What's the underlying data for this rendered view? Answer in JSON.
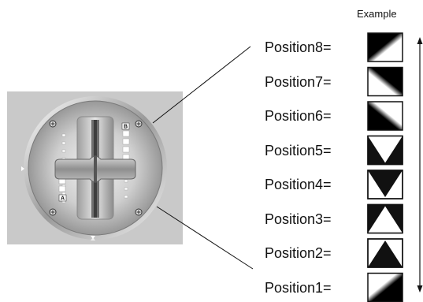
{
  "header": {
    "example_label": "Example"
  },
  "positions": [
    {
      "label": "Position8=",
      "pattern": "diag-tl-black"
    },
    {
      "label": "Position7=",
      "pattern": "diag-tr-black"
    },
    {
      "label": "Position6=",
      "pattern": "diag-bl-black"
    },
    {
      "label": "Position5=",
      "pattern": "triangle-down-white"
    },
    {
      "label": "Position4=",
      "pattern": "triangle-down-black"
    },
    {
      "label": "Position3=",
      "pattern": "triangle-up-white"
    },
    {
      "label": "Position2=",
      "pattern": "triangle-up-black"
    },
    {
      "label": "Position1=",
      "pattern": "diag-br-black"
    }
  ],
  "fader": {
    "top_marker": "B",
    "bottom_marker": "A"
  },
  "colors": {
    "plate": "#c9c9c9",
    "ink": "#111111"
  }
}
